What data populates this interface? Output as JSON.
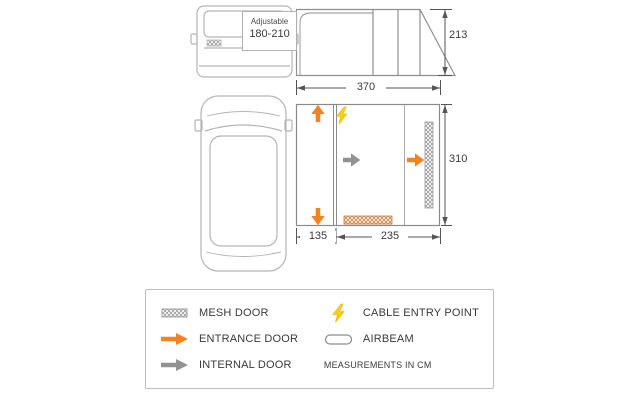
{
  "colors": {
    "orange": "#f58220",
    "gray": "#929292",
    "yellow": "#ffd200",
    "line_light": "#b5b5b5",
    "line_dark": "#8a8a8a",
    "dim": "#555555"
  },
  "van_label": {
    "line1": "Adjustable",
    "line2": "180-210"
  },
  "dimensions": {
    "side_height": "213",
    "total_width": "370",
    "depth": "310",
    "section_left": "135",
    "section_right": "235"
  },
  "legend": {
    "items": [
      {
        "id": "mesh-door",
        "label": "MESH DOOR"
      },
      {
        "id": "cable-entry-point",
        "label": "CABLE ENTRY POINT"
      },
      {
        "id": "entrance-door",
        "label": "ENTRANCE DOOR"
      },
      {
        "id": "airbeam",
        "label": "AIRBEAM"
      },
      {
        "id": "internal-door",
        "label": "INTERNAL DOOR"
      },
      {
        "id": "measurements-note",
        "label": "MEASUREMENTS IN CM"
      }
    ]
  }
}
